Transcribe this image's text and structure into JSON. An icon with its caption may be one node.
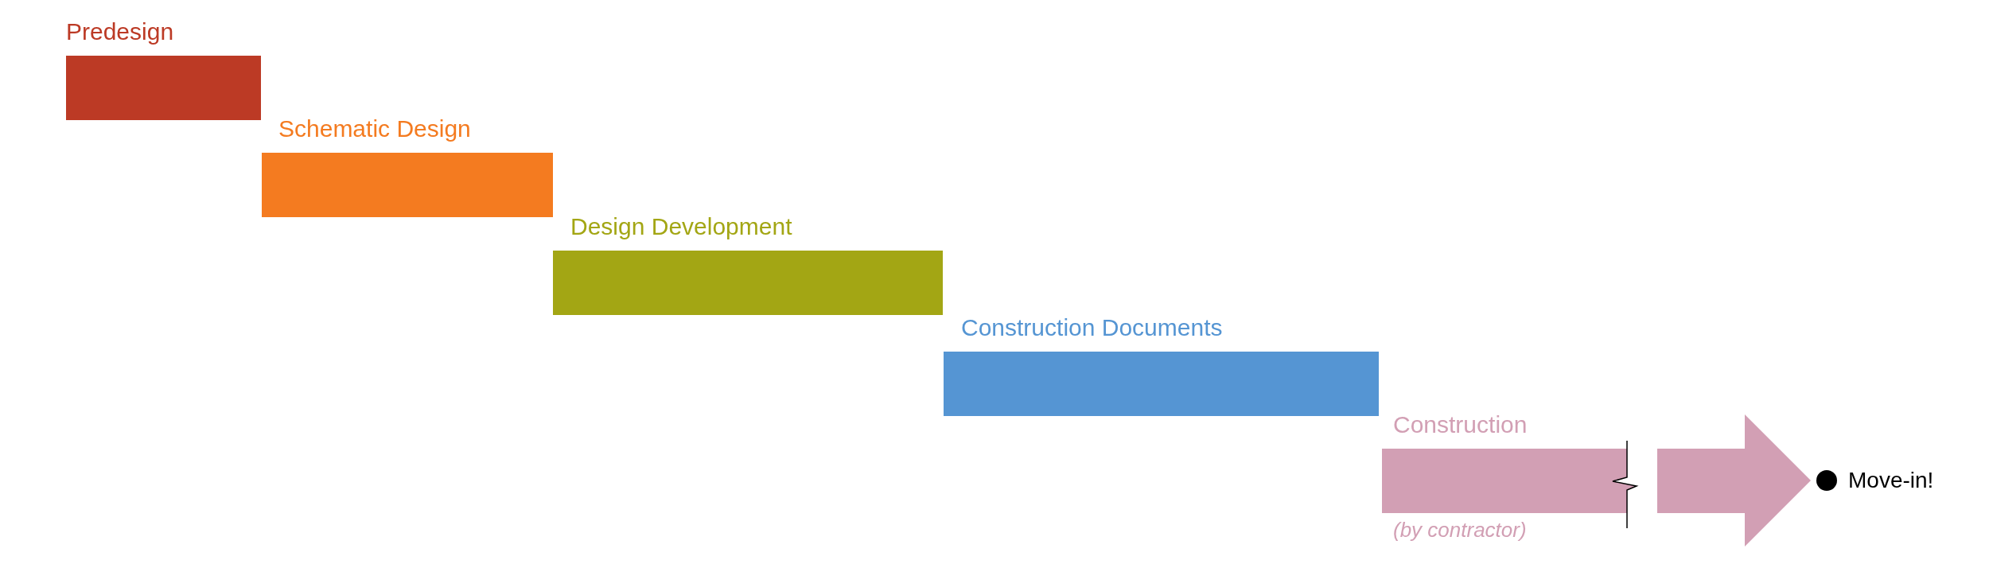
{
  "diagram": {
    "nodes": [
      {
        "text": [
          "Predesign"
        ]
      },
      {
        "text": [
          "Schematic Design"
        ]
      },
      {
        "text": [
          "Design Development"
        ]
      },
      {
        "text": [
          "Construction Documents"
        ]
      },
      {
        "text": [
          "Construction",
          "(by contractor)"
        ]
      },
      {
        "text": [
          "Move-in!"
        ]
      }
    ],
    "edges": []
  }
}
